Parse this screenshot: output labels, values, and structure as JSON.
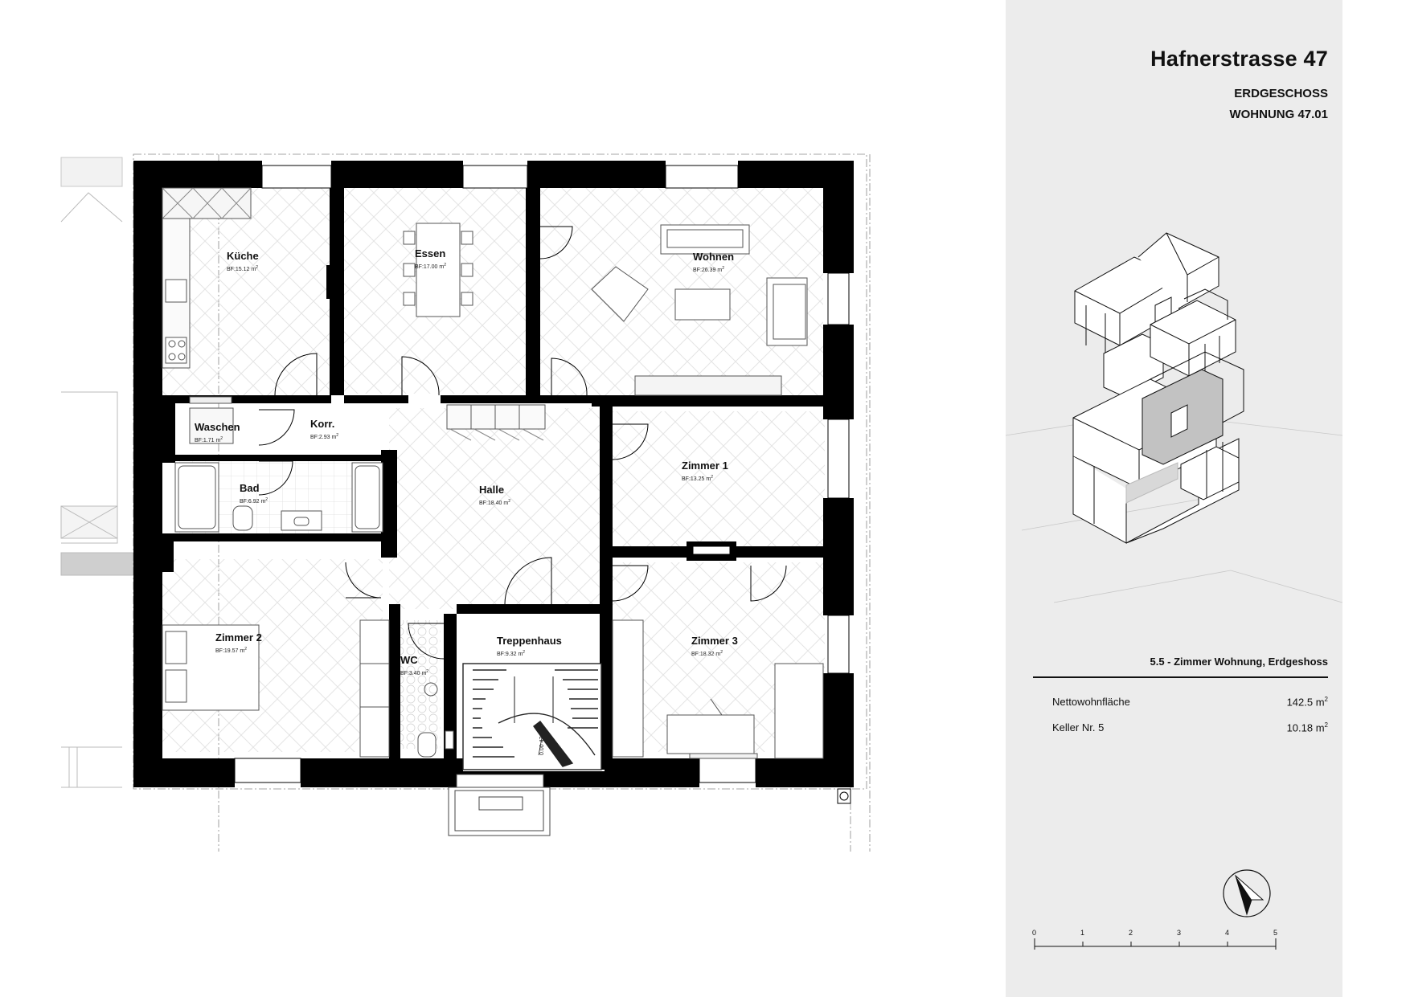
{
  "header": {
    "title": "Hafnerstrasse 47",
    "floor": "ERDGESCHOSS",
    "unit": "WOHNUNG 47.01"
  },
  "rooms": [
    {
      "id": "kueche",
      "name": "Küche",
      "area": "BF:15.12 m"
    },
    {
      "id": "essen",
      "name": "Essen",
      "area": "BF:17.00 m"
    },
    {
      "id": "wohnen",
      "name": "Wohnen",
      "area": "BF:26.39 m"
    },
    {
      "id": "waschen",
      "name": "Waschen",
      "area": "BF:1.71 m"
    },
    {
      "id": "korr",
      "name": "Korr.",
      "area": "BF:2.93 m"
    },
    {
      "id": "bad",
      "name": "Bad",
      "area": "BF:6.92 m"
    },
    {
      "id": "halle",
      "name": "Halle",
      "area": "BF:18.40 m"
    },
    {
      "id": "zimmer1",
      "name": "Zimmer 1",
      "area": "BF:13.25 m"
    },
    {
      "id": "zimmer2",
      "name": "Zimmer 2",
      "area": "BF:19.57 m"
    },
    {
      "id": "wc",
      "name": "WC",
      "area": "BF:3.40 m"
    },
    {
      "id": "treppenhaus",
      "name": "Treppenhaus",
      "area": "BF:9.32 m"
    },
    {
      "id": "zimmer3",
      "name": "Zimmer 3",
      "area": "BF:18.32 m"
    }
  ],
  "area_superscript": "2",
  "summary": {
    "description": "5.5 - Zimmer Wohnung, Erdgeshoss",
    "net_label": "Nettowohnfläche",
    "net_value": "142.5 m",
    "cellar_label": "Keller Nr. 5",
    "cellar_value": "10.18 m",
    "unit_sup": "2"
  },
  "scale_bar": {
    "labels": [
      "0",
      "1",
      "2",
      "3",
      "4",
      "5"
    ]
  },
  "stair_label": "0.00 47"
}
